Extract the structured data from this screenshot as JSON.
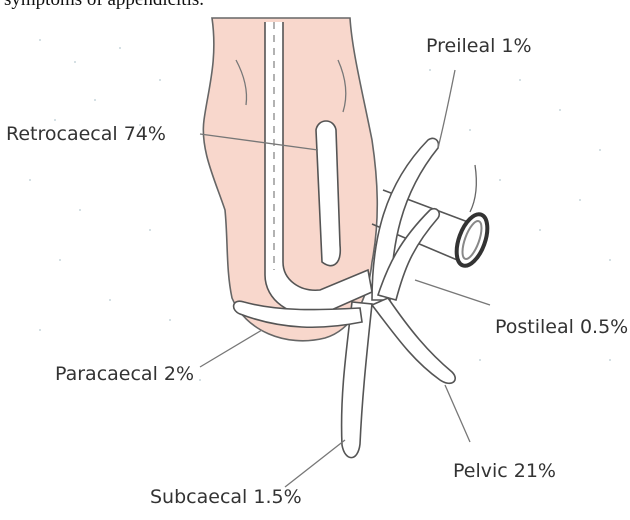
{
  "caption": "symptoms of appendicitis.",
  "labels": {
    "preileal": "Preileal 1%",
    "retrocaecal": "Retrocaecal 74%",
    "postileal": "Postileal 0.5%",
    "paracaecal": "Paracaecal 2%",
    "pelvic": "Pelvic 21%",
    "subcaecal": "Subcaecal 1.5%"
  },
  "colors": {
    "caecum_fill": "#f8d7cc",
    "outline": "#555555",
    "ileum_ring": "#333333"
  }
}
